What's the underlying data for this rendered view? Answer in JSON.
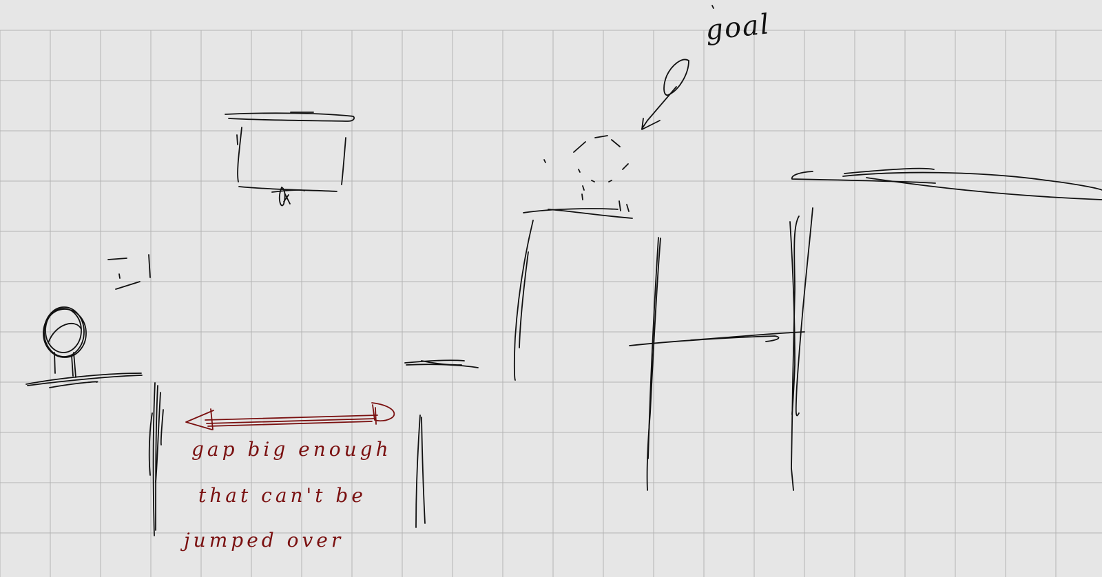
{
  "canvas": {
    "background": "#e6e6e6",
    "grid_color": "#b4b4b4",
    "grid_visible": true
  },
  "ink": {
    "black": "#111111",
    "red": "#7a1010"
  },
  "annotations": {
    "goal": "goal",
    "note_lines": [
      "gap big enough",
      "that can't be",
      "jumped over"
    ]
  },
  "icons": [
    "player-icon",
    "coin-icon",
    "goal-cloud-icon",
    "arrow-icon"
  ]
}
